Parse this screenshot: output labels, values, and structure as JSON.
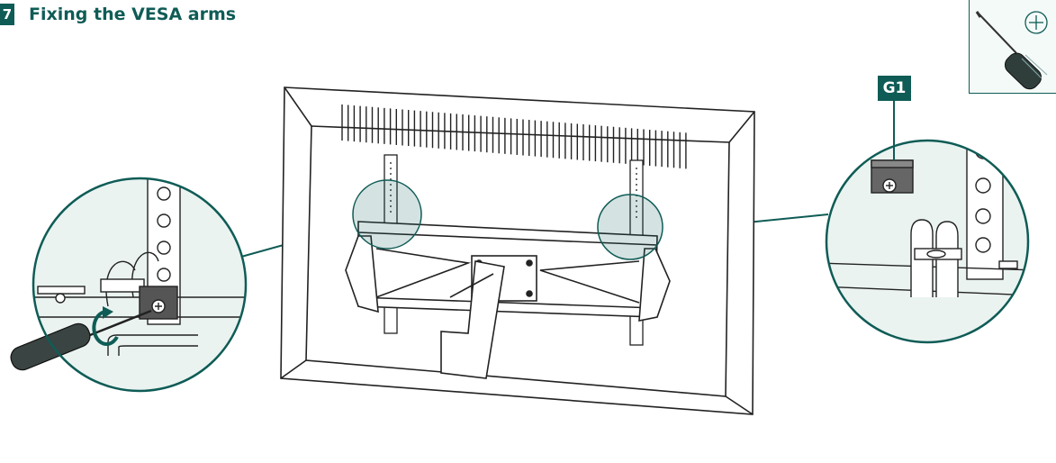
{
  "step": {
    "number": "7",
    "title": "Fixing the VESA arms"
  },
  "part_label": "G1",
  "colors": {
    "accent": "#0f5c56",
    "zoom_fill": "#e8f2ef",
    "line": "#222222"
  },
  "icons": [
    "screwdriver-icon",
    "phillips-head-icon",
    "rotate-arrow-icon"
  ]
}
